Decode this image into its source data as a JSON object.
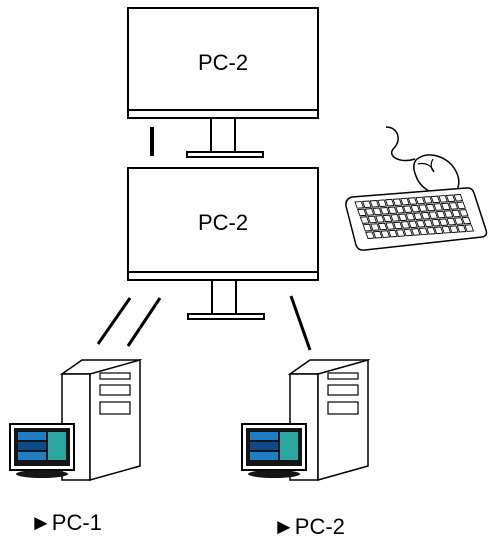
{
  "diagram": {
    "top_monitor": {
      "label": "PC-2"
    },
    "bottom_monitor": {
      "label": "PC-2"
    },
    "computers": [
      {
        "label": "PC-1"
      },
      {
        "label": "PC-2"
      }
    ],
    "marker_glyph": "►",
    "colors": {
      "line": "#000000",
      "fill": "#ffffff",
      "screen_dark": "#151515",
      "screen_blue": "#1e7fc6",
      "screen_blue_dark": "#0d4a8a",
      "screen_teal": "#2aa7a1"
    }
  }
}
